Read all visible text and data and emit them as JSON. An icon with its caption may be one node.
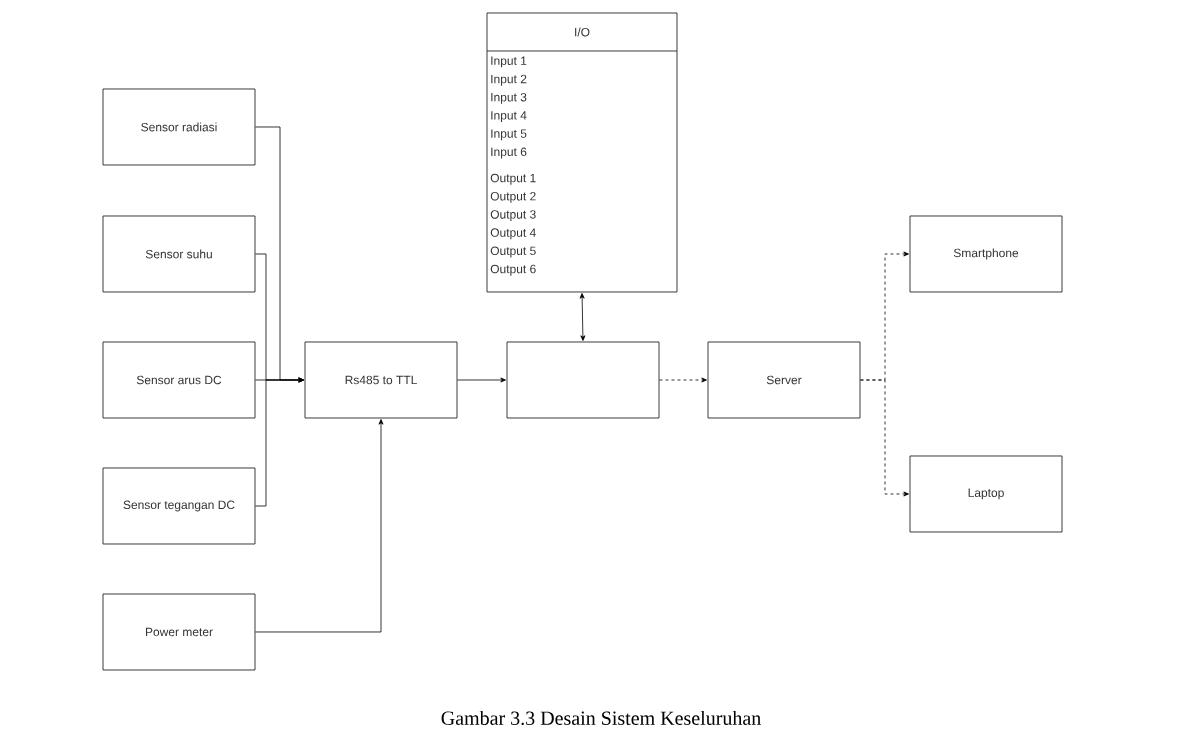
{
  "diagram": {
    "caption": "Gambar 3.3 Desain Sistem Keseluruhan",
    "nodes": [
      {
        "text": [
          "Sensor radiasi"
        ]
      },
      {
        "text": [
          "Sensor suhu"
        ]
      },
      {
        "text": [
          "Sensor arus DC"
        ]
      },
      {
        "text": [
          "Sensor tegangan DC"
        ]
      },
      {
        "text": [
          "Power meter"
        ]
      },
      {
        "text": [
          "Rs485 to TTL"
        ]
      },
      {
        "text": [
          "I/O",
          "Input 1",
          "Input 2",
          "Input 3",
          "Input 4",
          "Input 5",
          "Input 6",
          "Output 1",
          "Output 2",
          "Output 3",
          "Output 4",
          "Output 5",
          "Output 6"
        ]
      },
      {
        "text": [],
        "shape": "box"
      },
      {
        "text": [
          "Server"
        ]
      },
      {
        "text": [
          "Smartphone"
        ]
      },
      {
        "text": [
          "Laptop"
        ]
      }
    ],
    "edges": [
      {
        "from": 0,
        "to": 5,
        "arrow": "to"
      },
      {
        "from": 1,
        "to": 5,
        "arrow": "to"
      },
      {
        "from": 2,
        "to": 5,
        "arrow": "to"
      },
      {
        "from": 3,
        "to": 5,
        "arrow": "to"
      },
      {
        "from": 4,
        "to": 5,
        "arrow": "to"
      },
      {
        "from": 5,
        "to": 7,
        "arrow": "to"
      },
      {
        "from": 7,
        "to": 6,
        "arrow": "both"
      },
      {
        "from": 7,
        "to": 8,
        "arrow": "to",
        "style": "dashed"
      },
      {
        "from": 8,
        "to": 9,
        "arrow": "to",
        "style": "dashed"
      },
      {
        "from": 8,
        "to": 10,
        "arrow": "to",
        "style": "dashed"
      }
    ]
  }
}
